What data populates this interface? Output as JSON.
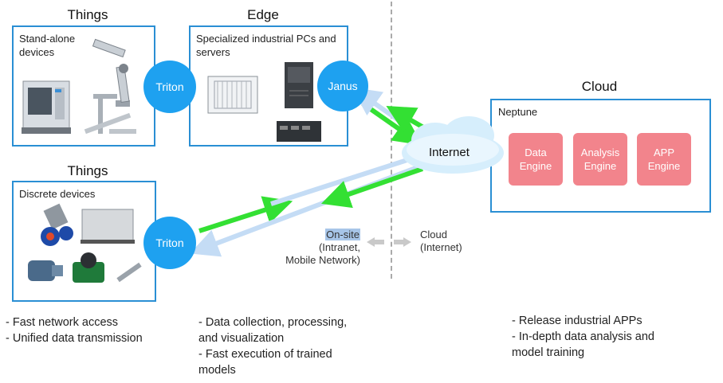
{
  "headings": {
    "things_top": "Things",
    "edge": "Edge",
    "things_bottom": "Things",
    "cloud": "Cloud"
  },
  "boxes": {
    "standalone": "Stand-alone devices",
    "edge_pcs": "Specialized industrial PCs and servers",
    "discrete": "Discrete devices",
    "neptune": "Neptune"
  },
  "nodes": {
    "triton_top": "Triton",
    "janus": "Janus",
    "triton_bottom": "Triton",
    "internet": "Internet"
  },
  "engines": [
    {
      "line1": "Data",
      "line2": "Engine"
    },
    {
      "line1": "Analysis",
      "line2": "Engine"
    },
    {
      "line1": "APP",
      "line2": "Engine"
    }
  ],
  "legend": {
    "onsite_title": "On-site",
    "onsite_line2": "(Intranet,",
    "onsite_line3": "Mobile Network)",
    "cloud_title": "Cloud",
    "cloud_line2": "(Internet)"
  },
  "bullets": {
    "things": [
      "- Fast network access",
      "- Unified data transmission"
    ],
    "edge": [
      "- Data collection, processing,",
      "and visualization",
      "- Fast execution of trained",
      "models"
    ],
    "cloud": [
      "- Release industrial APPs",
      "- In-depth data analysis and",
      "model training"
    ]
  },
  "colors": {
    "border": "#2a8fd4",
    "node": "#1ea1f0",
    "engine": "#f2848c",
    "uplink": "#33e033",
    "downlink": "#c4dcf5",
    "highlight": "#a7c5e8"
  }
}
